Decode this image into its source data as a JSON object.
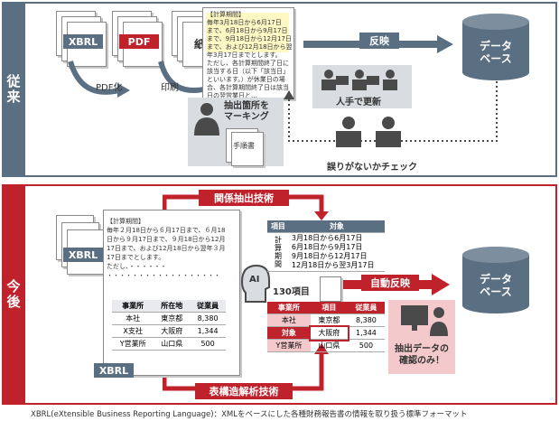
{
  "colors": {
    "gray": "#5b6f82",
    "red": "#c0222c",
    "dark": "#4a4a4a",
    "light_gray": "#d9dde1",
    "pink": "#f3c9cb",
    "yellow": "#fff8c4"
  },
  "top": {
    "side_label": "従来",
    "xbrl": "XBRL",
    "pdf": "PDF",
    "paper": "紙",
    "pdf_conv": "PDF化",
    "print": "印刷",
    "excerpt_lines": [
      "【計算期間】",
      "毎年3月18日から6月17日",
      "まで、6月18日から9月17日",
      "まで、9月18日から12月17日",
      "まで、および12月18日から翌",
      "年3月17日までとします。",
      "ただし、各計算期間終了日に",
      "該当する日（以下「該当日」",
      "といいます。）が休業日の場",
      "合、各計算期間終了日は該当",
      "日の翌営業日と…"
    ],
    "reflect": "反映",
    "db": [
      "データ",
      "ベース"
    ],
    "marking": [
      "抽出箇所を",
      "マーキング"
    ],
    "manual": "手順書",
    "manual_update": "人手で更新",
    "check": "誤りがないかチェック"
  },
  "bottom": {
    "side_label": "今後",
    "relation": "関係抽出技術",
    "table_parse": "表構造解析技術",
    "xbrl": "XBRL",
    "doc_lines": [
      "【計算期間】",
      "毎年２月18日から６月17日まで、６月18",
      "日から９月17日まで、９月18日から12月",
      "17日まで、および12月18日から翌年３月",
      "17日までとします。",
      "ただし、・・・・・・",
      "・・・・・・・・・・・・・・・・・・"
    ],
    "doc_table": {
      "headers": [
        "事業所",
        "所在地",
        "従業員"
      ],
      "rows": [
        [
          "本社",
          "東京都",
          "8,380"
        ],
        [
          "X支社",
          "大阪府",
          "1,344"
        ],
        [
          "Y営業所",
          "山口県",
          "500"
        ]
      ]
    },
    "ai": "AI",
    "items": "130項目",
    "auto": "自動反映",
    "db": [
      "データ",
      "ベース"
    ],
    "result1": {
      "headers": [
        "項目",
        "対象"
      ],
      "rowlabel": [
        "計",
        "算",
        "期",
        "間"
      ],
      "lines": [
        "3月18日から6月17日",
        "6月18日から9月17日",
        "9月18日から12月17日",
        "12月18日から翌3月17日"
      ]
    },
    "result2": {
      "headers": [
        "事業所",
        "項目",
        "従業員"
      ],
      "rows": [
        [
          "本社",
          "東京都",
          "8,380"
        ],
        [
          "対象",
          "大阪府",
          "1,344"
        ],
        [
          "Y営業所",
          "山口県",
          "500"
        ]
      ]
    },
    "confirm": [
      "抽出データの",
      "確認のみ！"
    ]
  },
  "footer": "XBRL(eXtensible Business Reporting Language)：XMLをベースにした各種財務報告書の情報を取り扱う標準フォーマット"
}
